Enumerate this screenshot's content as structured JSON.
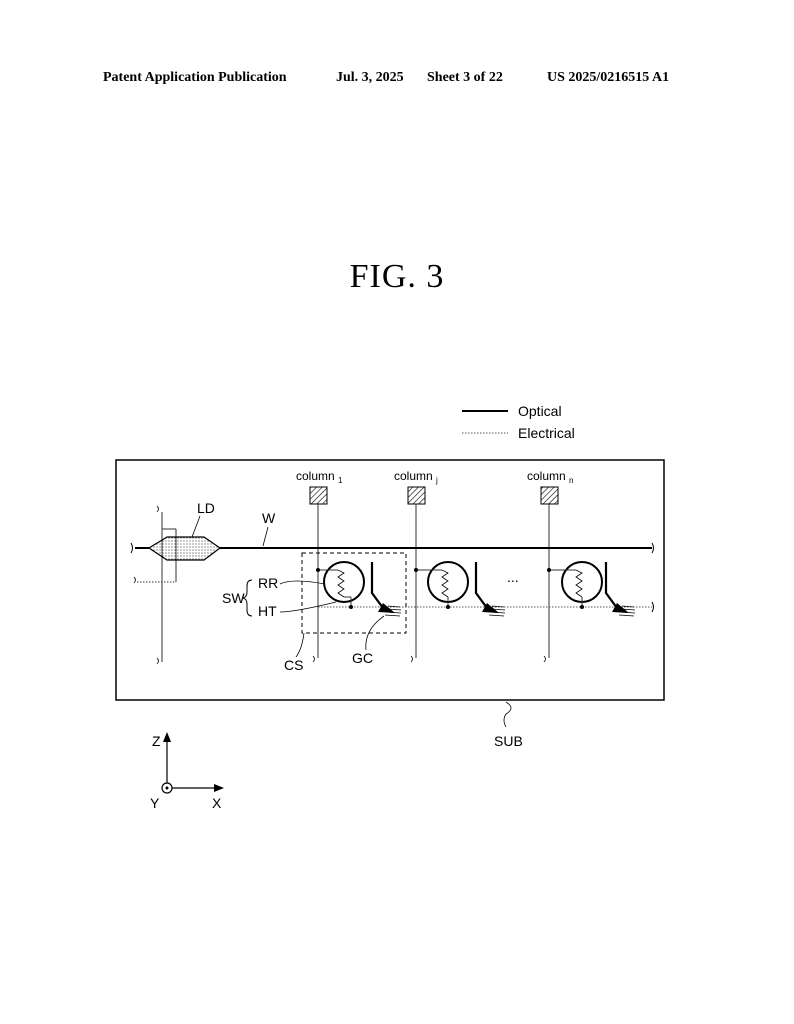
{
  "header": {
    "publication": "Patent Application Publication",
    "date": "Jul. 3, 2025",
    "sheet": "Sheet 3 of 22",
    "number": "US 2025/0216515 A1"
  },
  "figure": {
    "title": "FIG. 3",
    "legend": {
      "optical": "Optical",
      "electrical": "Electrical"
    },
    "columns": [
      {
        "name": "column",
        "sub": "1"
      },
      {
        "name": "column",
        "sub": "j"
      },
      {
        "name": "column",
        "sub": "n"
      }
    ],
    "labels": {
      "ld": "LD",
      "w": "W",
      "rr": "RR",
      "ht": "HT",
      "sw": "SW",
      "cs": "CS",
      "gc": "GC",
      "sub": "SUB",
      "ellipsis": "...",
      "z": "Z",
      "y": "Y",
      "x": "X"
    }
  }
}
